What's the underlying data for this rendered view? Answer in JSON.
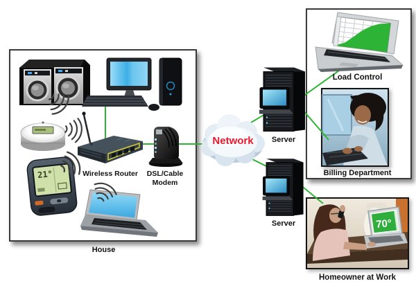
{
  "house": {
    "label": "House",
    "router_label": "Wireless Router",
    "modem_label_line1": "DSL/Cable",
    "modem_label_line2": "Modem",
    "ihd_display_reading": "21°"
  },
  "network_cloud": {
    "label": "Network",
    "text_color": "#e8192c"
  },
  "servers": {
    "top_label": "Server",
    "bottom_label": "Server"
  },
  "utility_panel": {
    "load_control_label": "Load Control",
    "billing_label": "Billing Department"
  },
  "homeowner_panel": {
    "label": "Homeowner at Work",
    "laptop_screen_reading": "70°"
  },
  "icons": {
    "wifi_waves": "wireless-signal-arcs",
    "devices": [
      "washer-dryer",
      "desktop-computer",
      "smart-meter",
      "wireless-router",
      "dsl-cable-modem",
      "energy-display-handheld",
      "laptop",
      "server-tower",
      "load-control-laptop",
      "network-cloud"
    ]
  },
  "colors": {
    "connection_line": "#2eb434",
    "label_text": "#111111",
    "box_border": "#3a3a3a",
    "screen_blue": "#3dafe6",
    "chart_green": "#2db335"
  }
}
